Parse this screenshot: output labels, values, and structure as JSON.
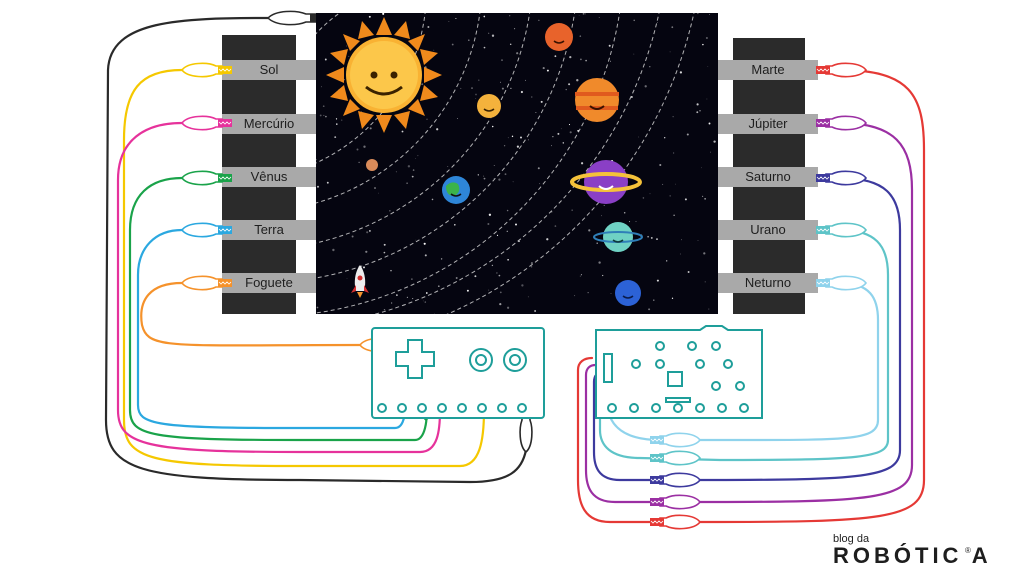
{
  "left_labels": [
    "Sol",
    "Mercúrio",
    "Vênus",
    "Terra",
    "Foguete"
  ],
  "right_labels": [
    "Marte",
    "Júpiter",
    "Saturno",
    "Urano",
    "Neturno"
  ],
  "brand": {
    "line1": "blog da",
    "line2": "ROBÓTIC A",
    "reg": "®"
  },
  "colors": {
    "black": "#2a2a2a",
    "yellow": "#f5c800",
    "magenta": "#e6329b",
    "green": "#1aa34a",
    "blue": "#2ba8e0",
    "orange": "#f5922b",
    "red": "#e53935",
    "purple": "#9b2fa3",
    "navy": "#3d3a9e",
    "teal": "#5ec4c8",
    "lightblue": "#8fd3ec",
    "board": "#1e9e9a"
  }
}
